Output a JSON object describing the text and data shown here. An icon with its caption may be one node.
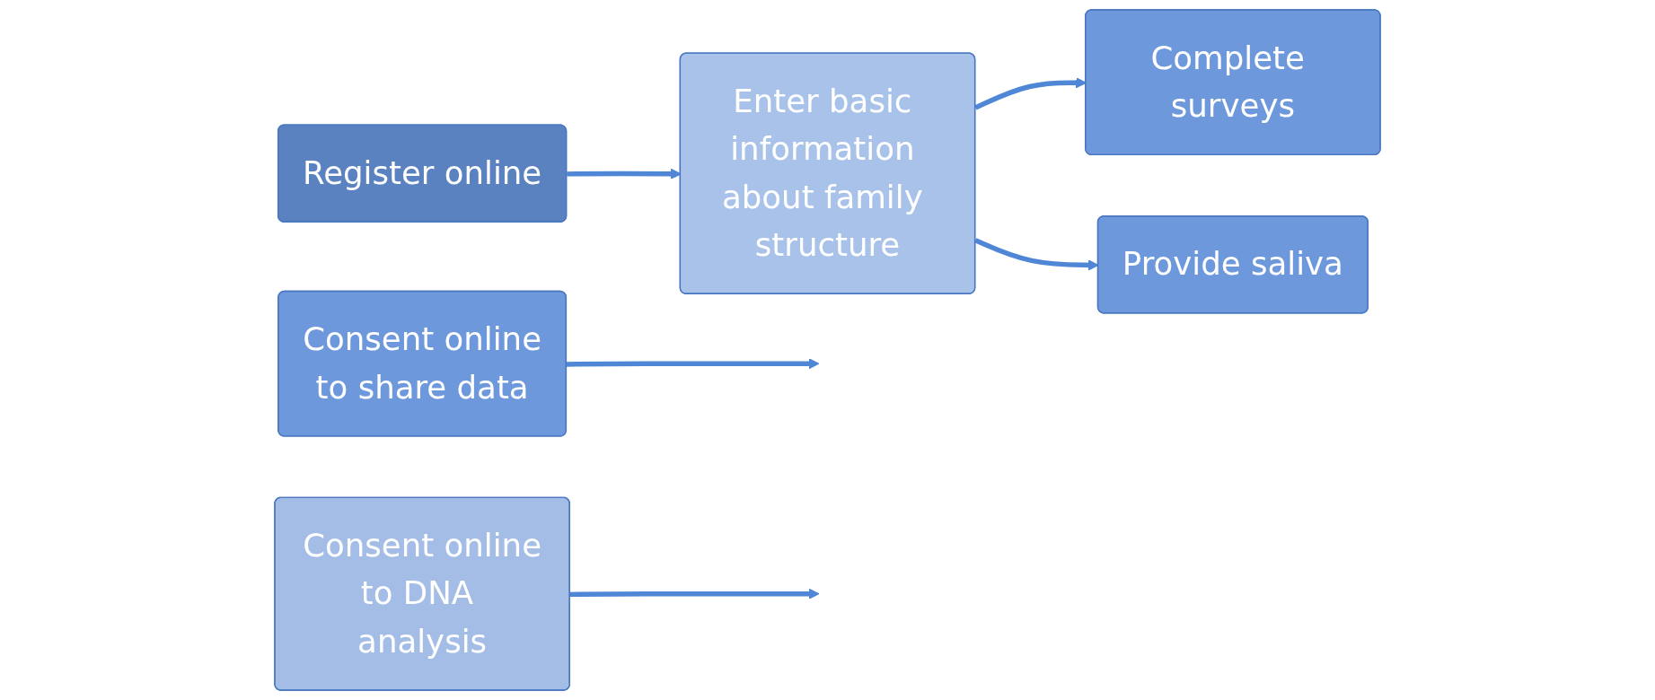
{
  "diagram": {
    "nodes": [
      {
        "text": [
          "Register online"
        ]
      },
      {
        "text": [
          "Consent online",
          "to share data"
        ]
      },
      {
        "text": [
          "Enter basic information about family structure"
        ]
      },
      {
        "text": [
          "Consent online",
          "to DNA analysis"
        ]
      },
      {
        "text": [
          "Complete surveys"
        ]
      },
      {
        "text": [
          "Provide saliva"
        ]
      }
    ],
    "edges": [
      {
        "from": 0,
        "to": 2,
        "arrow": "to"
      },
      {
        "from": 1,
        "to": null,
        "arrow": "to"
      },
      {
        "from": 2,
        "to": 4,
        "arrow": "to"
      },
      {
        "from": 2,
        "to": 5,
        "arrow": "to"
      },
      {
        "from": 3,
        "to": null,
        "arrow": "to"
      }
    ]
  }
}
